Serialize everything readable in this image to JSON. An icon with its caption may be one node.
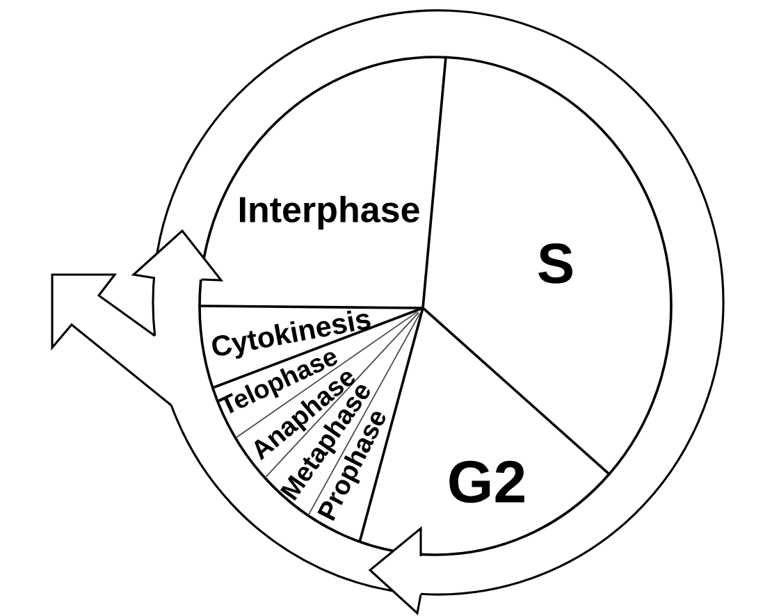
{
  "diagram": {
    "nodes": [
      {
        "text": [
          "Interphase"
        ]
      },
      {
        "text": [
          "S"
        ]
      },
      {
        "text": [
          "Cytokinesis"
        ]
      },
      {
        "text": [
          "Telophase"
        ]
      },
      {
        "text": [
          "Anaphase"
        ]
      },
      {
        "text": [
          "Metaphase"
        ]
      },
      {
        "text": [
          "Prophase"
        ]
      },
      {
        "text": [
          "G2"
        ]
      }
    ]
  }
}
